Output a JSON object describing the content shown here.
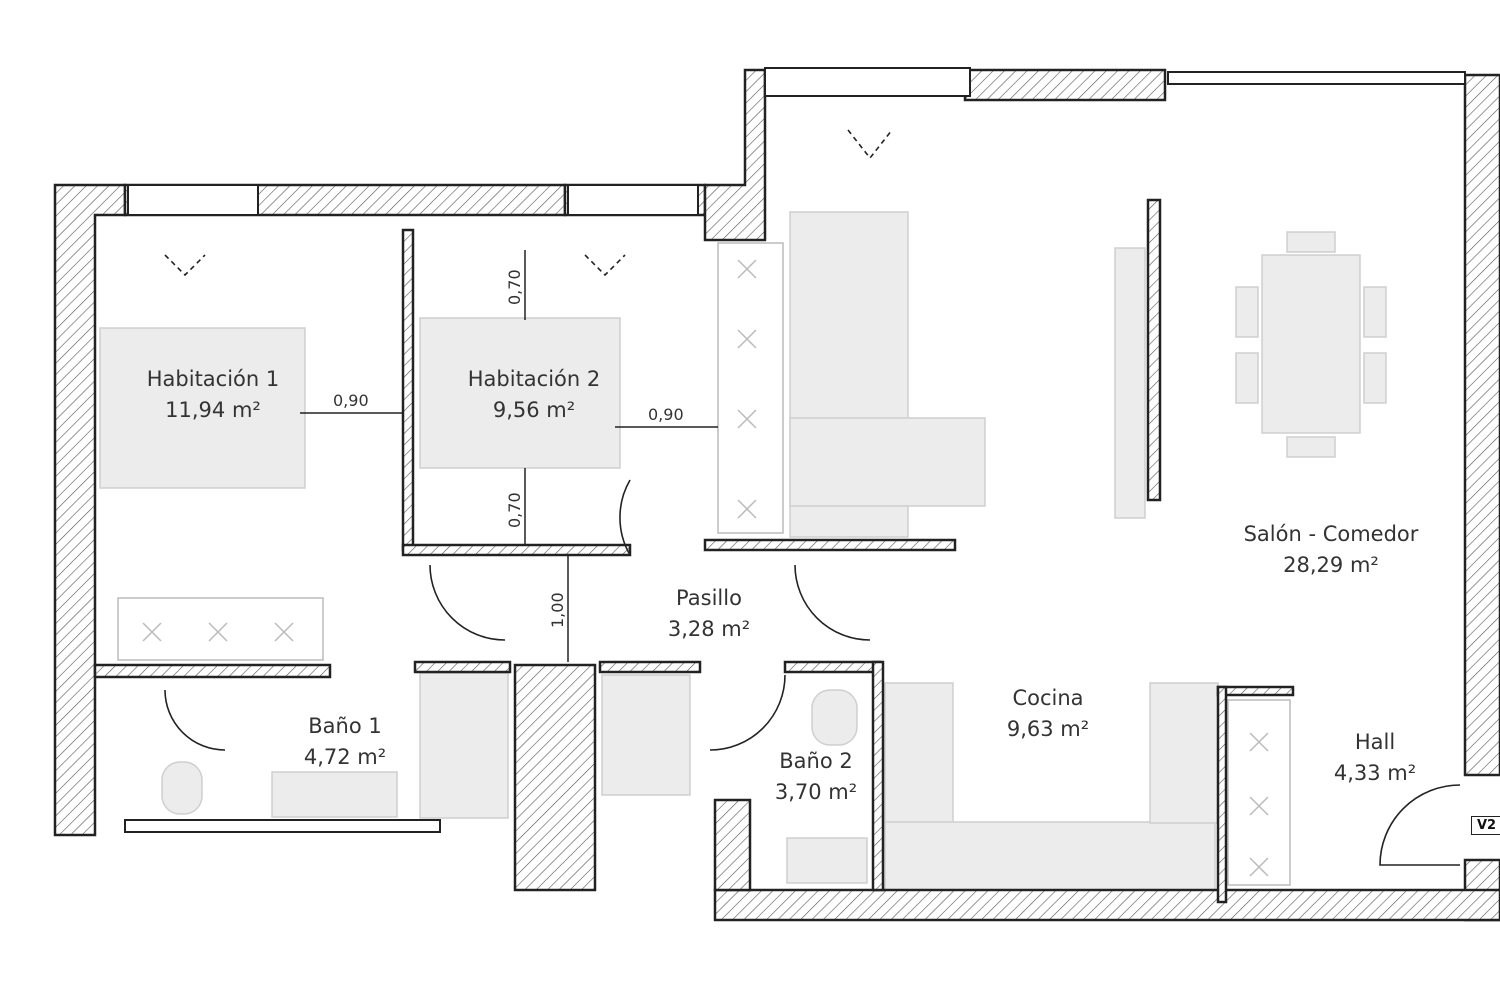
{
  "rooms": [
    {
      "name": "Habitación 1",
      "area": "11,94 m²"
    },
    {
      "name": "Habitación 2",
      "area": "9,56 m²"
    },
    {
      "name": "Pasillo",
      "area": "3,28 m²"
    },
    {
      "name": "Baño 1",
      "area": "4,72 m²"
    },
    {
      "name": "Baño 2",
      "area": "3,70 m²"
    },
    {
      "name": "Cocina",
      "area": "9,63 m²"
    },
    {
      "name": "Salón - Comedor",
      "area": "28,29 m²"
    },
    {
      "name": "Hall",
      "area": "4,33 m²"
    }
  ],
  "dimensions": {
    "hab2_top": "0,70",
    "hab2_bottom": "0,70",
    "hab1_door": "0,90",
    "hab2_door": "0,90",
    "pasillo_width": "1,00"
  },
  "window_tag": "V2",
  "colors": {
    "wall": "#222222",
    "hatch": "#555555",
    "furniture": "#e6e6e6",
    "text": "#333333"
  }
}
